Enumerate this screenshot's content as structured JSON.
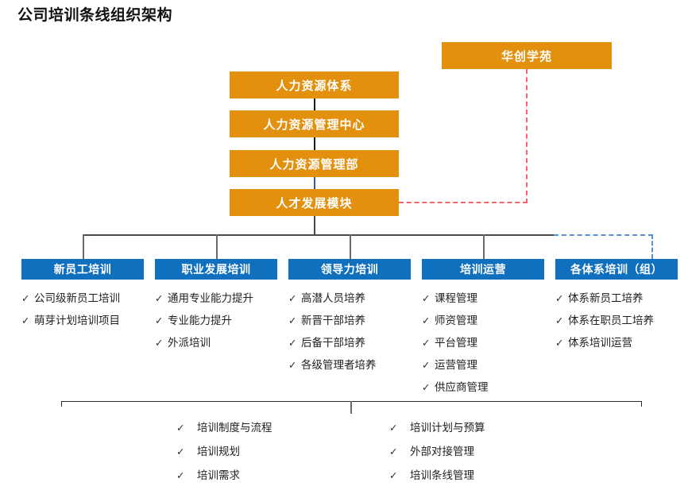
{
  "page": {
    "title": "公司培训条线组织架构",
    "check_glyph": "✓"
  },
  "colors": {
    "orange": "#E3900F",
    "blue": "#1070BE",
    "red_dashed": "#F2636B",
    "blue_dashed": "#5B8FD4",
    "connector_gray": "#4A4A4A",
    "text": "#1F1F1F"
  },
  "hierarchy": {
    "boxes": [
      {
        "label": "人力资源体系"
      },
      {
        "label": "人力资源管理中心"
      },
      {
        "label": "人力资源管理部"
      },
      {
        "label": "人才发展模块"
      }
    ],
    "affiliate": {
      "label": "华创学苑"
    }
  },
  "columns": [
    {
      "header": "新员工培训",
      "items": [
        "公司级新员工培训",
        "萌芽计划培训项目"
      ]
    },
    {
      "header": "职业发展培训",
      "items": [
        "通用专业能力提升",
        "专业能力提升",
        "外派培训"
      ]
    },
    {
      "header": "领导力培训",
      "items": [
        "高潜人员培养",
        "新晋干部培养",
        "后备干部培养",
        "各级管理者培养"
      ]
    },
    {
      "header": "培训运营",
      "items": [
        "课程管理",
        "师资管理",
        "平台管理",
        "运营管理",
        "供应商管理"
      ]
    },
    {
      "header": "各体系培训（组）",
      "items": [
        "体系新员工培养",
        "体系在职员工培养",
        "体系培训运营"
      ]
    }
  ],
  "bottom": {
    "left_items": [
      "培训制度与流程",
      "培训规划",
      "培训需求"
    ],
    "right_items": [
      "培训计划与预算",
      "外部对接管理",
      "培训条线管理"
    ]
  }
}
